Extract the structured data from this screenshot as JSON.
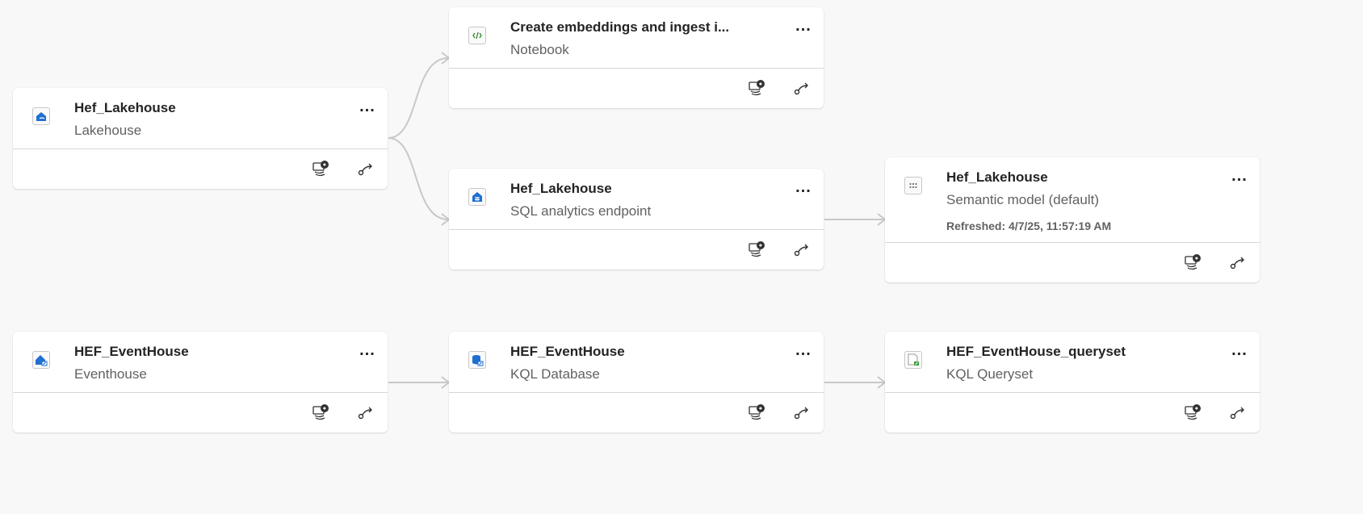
{
  "colors": {
    "canvas": "#f8f8f8",
    "edge": "#c8c8c8",
    "lakehouse_icon": "#1f6fd1",
    "notebook_icon": "#2e8b2e",
    "queryset_icon": "#3b9a3b"
  },
  "nodes": [
    {
      "id": "lakehouse",
      "name": "Hef_Lakehouse",
      "type": "Lakehouse",
      "icon": "lakehouse-icon"
    },
    {
      "id": "notebook",
      "name": "Create embeddings and ingest i...",
      "type": "Notebook",
      "icon": "notebook-icon"
    },
    {
      "id": "sql",
      "name": "Hef_Lakehouse",
      "type": "SQL analytics endpoint",
      "icon": "sql-endpoint-icon"
    },
    {
      "id": "semantic",
      "name": "Hef_Lakehouse",
      "type": "Semantic model (default)",
      "refreshed": "Refreshed: 4/7/25, 11:57:19 AM",
      "icon": "semantic-model-icon"
    },
    {
      "id": "eventhouse",
      "name": "HEF_EventHouse",
      "type": "Eventhouse",
      "icon": "eventhouse-icon"
    },
    {
      "id": "kqldb",
      "name": "HEF_EventHouse",
      "type": "KQL Database",
      "icon": "kql-database-icon"
    },
    {
      "id": "queryset",
      "name": "HEF_EventHouse_queryset",
      "type": "KQL Queryset",
      "icon": "kql-queryset-icon"
    }
  ],
  "edges": [
    {
      "from": "lakehouse",
      "to": "notebook"
    },
    {
      "from": "lakehouse",
      "to": "sql"
    },
    {
      "from": "sql",
      "to": "semantic"
    },
    {
      "from": "eventhouse",
      "to": "kqldb"
    },
    {
      "from": "kqldb",
      "to": "queryset"
    }
  ],
  "actions": {
    "more": "...",
    "impact_icon": "impact-analysis-icon",
    "lineage_icon": "lineage-icon"
  }
}
